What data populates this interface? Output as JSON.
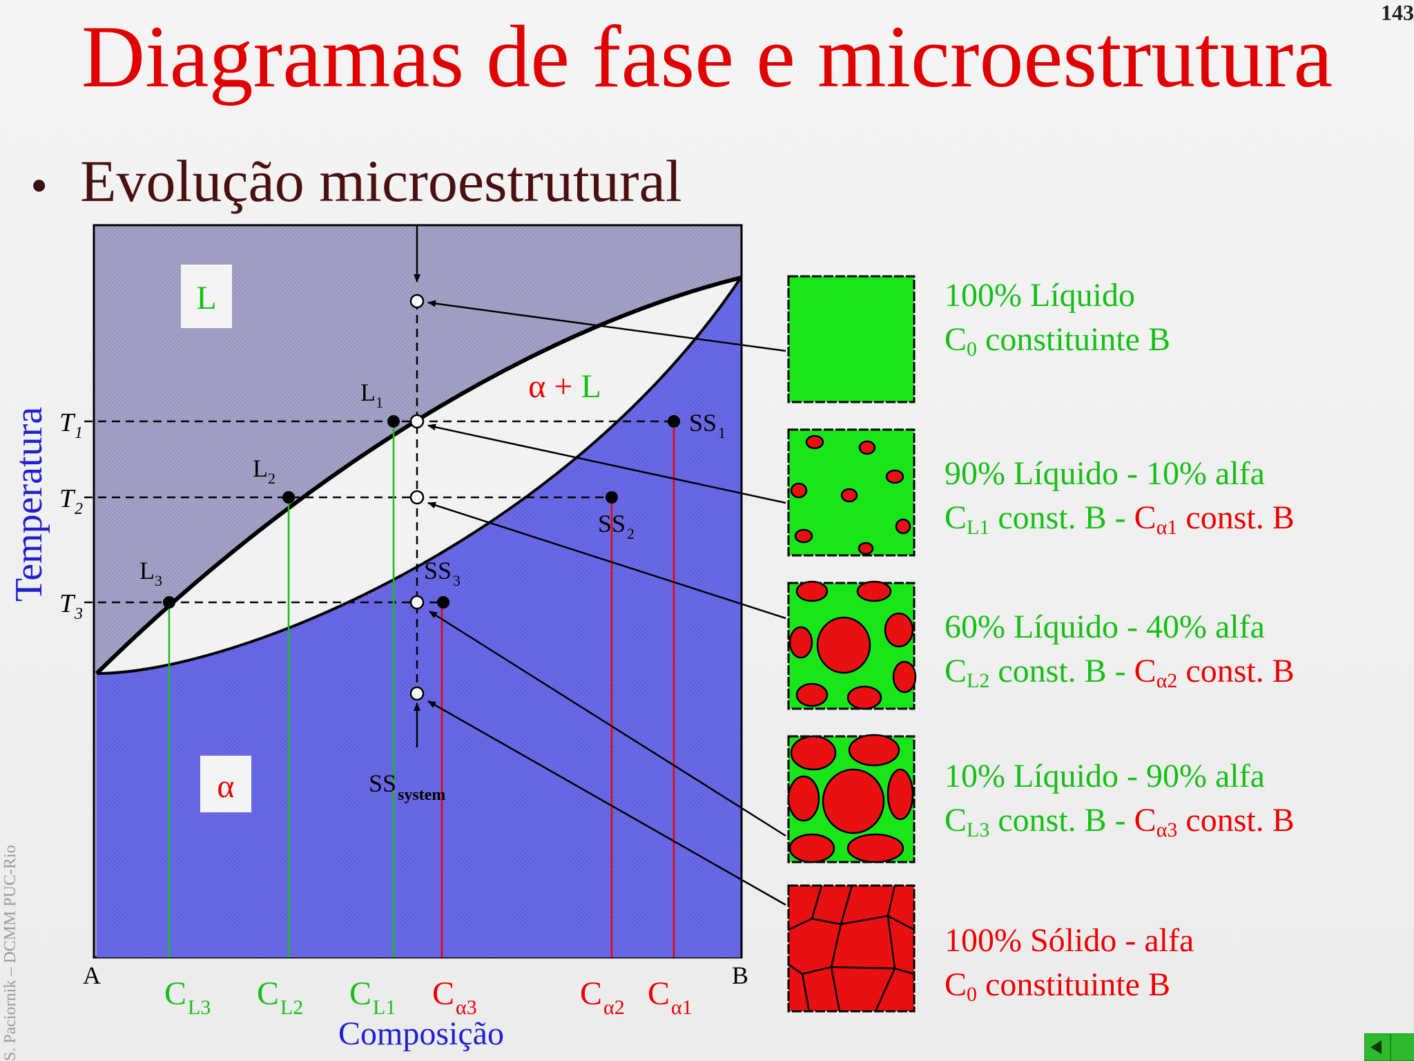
{
  "page_number": "143",
  "title": "Diagramas de fase e microestrutura",
  "subtitle": "Evolução microestrutural",
  "credit": "S. Paciornik – DCMM PUC-Rio",
  "colors": {
    "title": "#e00000",
    "green": "#15c015",
    "red": "#ee0000",
    "blue": "#2020d0",
    "liquid_region": "#a2a2c6",
    "solid_region": "#6a6ae6",
    "two_phase_region": "#f2f2f2"
  },
  "diagram": {
    "y_axis_label": "Temperatura",
    "x_axis_label": "Composição",
    "axis_end_a": "A",
    "axis_end_b": "B",
    "region_liquid": "L",
    "region_solid": "α",
    "region_two_phase": {
      "alpha": "α",
      "plus": " + ",
      "liquid": "L"
    },
    "temperatures": [
      {
        "letter": "T",
        "sub": "1"
      },
      {
        "letter": "T",
        "sub": "2"
      },
      {
        "letter": "T",
        "sub": "3"
      }
    ],
    "liquidus_points": [
      {
        "base": "L",
        "sub": "1"
      },
      {
        "base": "L",
        "sub": "2"
      },
      {
        "base": "L",
        "sub": "3"
      }
    ],
    "solidus_points": [
      {
        "base": "SS",
        "sub": "1"
      },
      {
        "base": "SS",
        "sub": "2"
      },
      {
        "base": "SS",
        "sub": "3"
      }
    ],
    "system_point": {
      "base": "SS",
      "sub": "system"
    },
    "composition_labels": [
      {
        "base": "C",
        "sub": "L3",
        "color": "green"
      },
      {
        "base": "C",
        "sub": "L2",
        "color": "green"
      },
      {
        "base": "C",
        "sub": "L1",
        "color": "green"
      },
      {
        "base": "C",
        "sub": "α3",
        "color": "red"
      },
      {
        "base": "C",
        "sub": "α2",
        "color": "red"
      },
      {
        "base": "C",
        "sub": "α1",
        "color": "red"
      }
    ]
  },
  "microstructures": [
    {
      "icon": "all-liquid-square",
      "line1": {
        "text": "100% Líquido"
      },
      "line2": {
        "c_sub": "0",
        "rest": " constituinte B"
      }
    },
    {
      "icon": "few-solid-particles-square",
      "line1": {
        "text": "90% Líquido - 10% alfa"
      },
      "line2": {
        "green_sub": "L1",
        "green_rest": " const. B  -  ",
        "red_sub": "α1",
        "red_rest": " const. B"
      }
    },
    {
      "icon": "some-solid-particles-square",
      "line1": {
        "text": "60% Líquido - 40% alfa"
      },
      "line2": {
        "green_sub": "L2",
        "green_rest": " const. B  -  ",
        "red_sub": "α2",
        "red_rest": " const. B"
      }
    },
    {
      "icon": "mostly-solid-grains-square",
      "line1": {
        "text": "10% Líquido - 90% alfa"
      },
      "line2": {
        "green_sub": "L3",
        "green_rest": " const. B  -  ",
        "red_sub": "α3",
        "red_rest": " const. B"
      }
    },
    {
      "icon": "all-solid-grains-square",
      "line1": {
        "text": "100% Sólido - alfa"
      },
      "line2": {
        "c_sub": "0",
        "rest": " constituinte B"
      }
    }
  ]
}
